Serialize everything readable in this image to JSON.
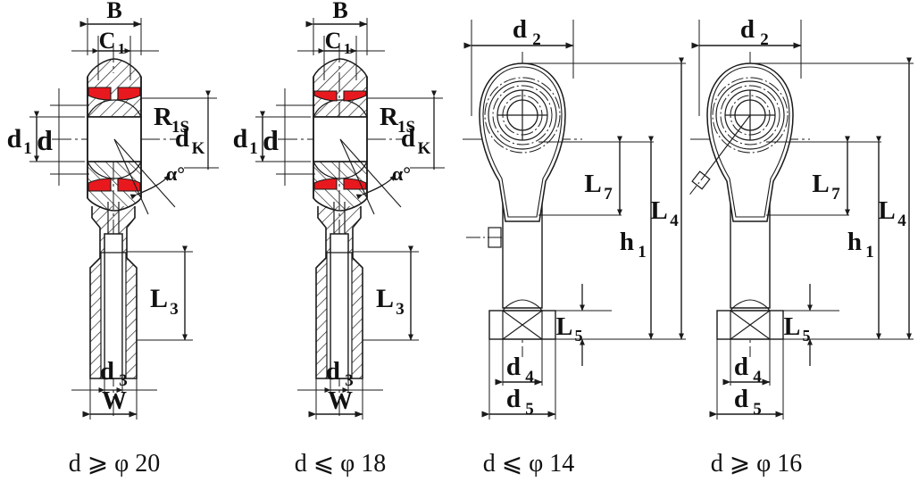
{
  "drawing": {
    "title": "Rod End Bearing Dimension Drawing",
    "figure_count": 4,
    "colors": {
      "line": "#1a1a1a",
      "seal_red": "#e8191e",
      "hatch": "#1a1a1a",
      "background": "#ffffff"
    }
  },
  "figures": [
    {
      "id": "fig-1",
      "view": "cross-section-female-rod-end",
      "caption": "d ⩾ φ 20",
      "labels": {
        "b": "B",
        "c1": "C",
        "c1_sub": "1",
        "d1": "d",
        "d1_sub": "1",
        "d": "d",
        "r1s": "R",
        "r1s_sub": "1S",
        "dk": "d",
        "dk_sub": "K",
        "alpha": "α°",
        "l3": "L",
        "l3_sub": "3",
        "d3": "d",
        "d3_sub": "3",
        "w": "W"
      }
    },
    {
      "id": "fig-2",
      "view": "cross-section-female-rod-end-small-bore",
      "caption": "d ⩽ φ 18",
      "labels": {
        "b": "B",
        "c1": "C",
        "c1_sub": "1",
        "d1": "d",
        "d1_sub": "1",
        "d": "d",
        "r1s": "R",
        "r1s_sub": "1S",
        "dk": "d",
        "dk_sub": "K",
        "alpha": "α°",
        "l3": "L",
        "l3_sub": "3",
        "d3": "d",
        "d3_sub": "3",
        "w": "W"
      }
    },
    {
      "id": "fig-3",
      "view": "front-elevation-rod-end-with-side-grease-nipple",
      "caption": "d ⩽ φ 14",
      "labels": {
        "d2": "d",
        "d2_sub": "2",
        "l7": "L",
        "l7_sub": "7",
        "l4": "L",
        "l4_sub": "4",
        "h1": "h",
        "h1_sub": "1",
        "l5": "L",
        "l5_sub": "5",
        "d4": "d",
        "d4_sub": "4",
        "d5": "d",
        "d5_sub": "5"
      }
    },
    {
      "id": "fig-4",
      "view": "front-elevation-rod-end-with-angled-grease-nipple",
      "caption": "d ⩾ φ 16",
      "labels": {
        "d2": "d",
        "d2_sub": "2",
        "l7": "L",
        "l7_sub": "7",
        "l4": "L",
        "l4_sub": "4",
        "h1": "h",
        "h1_sub": "1",
        "l5": "L",
        "l5_sub": "5",
        "d4": "d",
        "d4_sub": "4",
        "d5": "d",
        "d5_sub": "5"
      }
    }
  ]
}
